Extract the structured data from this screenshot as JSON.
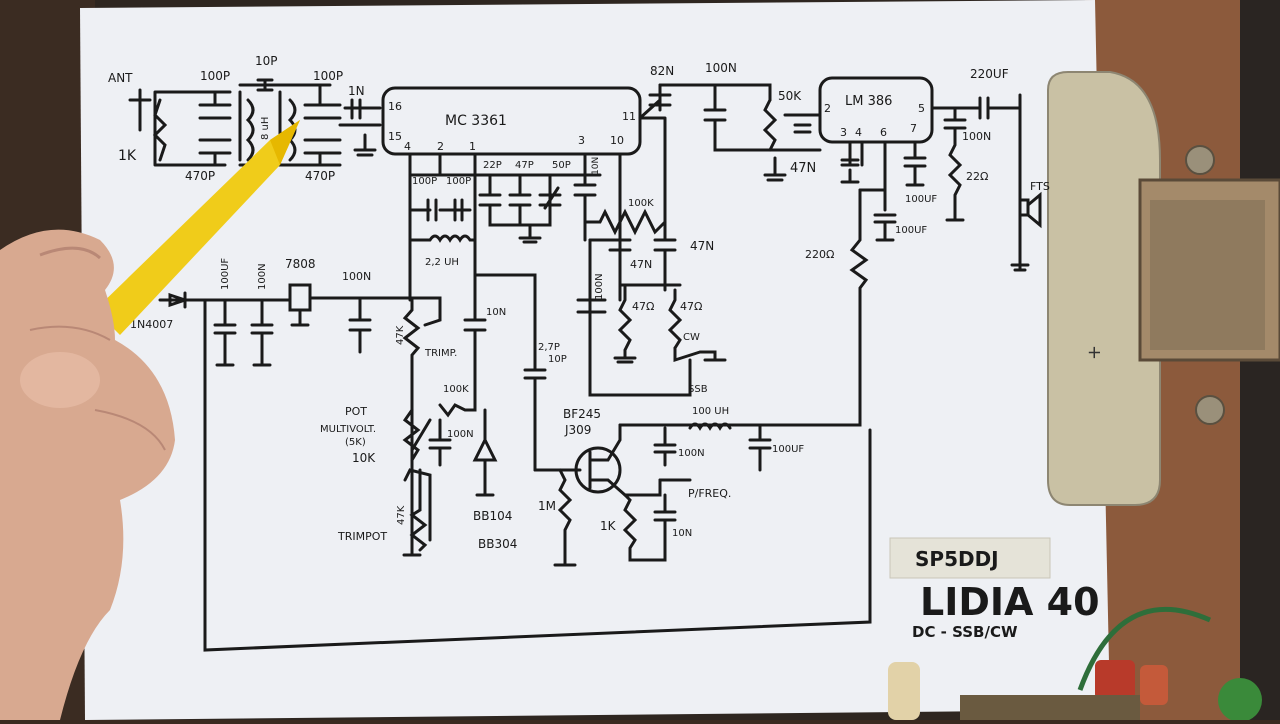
{
  "schematic": {
    "labels": {
      "ant": "ANT",
      "r_1k_ant": "1K",
      "c_100p_a": "100P",
      "c_10p": "10P",
      "c_100p_b": "100P",
      "c_470p_a": "470P",
      "c_470p_b": "470P",
      "l_8uh": "8 uH",
      "c_1n": "1N",
      "mc3361": "MC 3361",
      "pin16": "16",
      "pin15": "15",
      "pin4": "4",
      "pin2": "2",
      "pin1": "1",
      "pin3": "3",
      "pin10": "10",
      "pin11": "11",
      "c_82n": "82N",
      "c_100n_top": "100N",
      "r_50k": "50K",
      "c_47n_top": "47N",
      "lm386": "LM 386",
      "lm_pin2": "2",
      "lm_pin3": "3",
      "lm_pin4": "4",
      "lm_pin6": "6",
      "lm_pin7": "7",
      "lm_pin5": "5",
      "c_220uf": "220UF",
      "c_100n_r": "100N",
      "r_22": "22Ω",
      "c_100uf_a": "100UF",
      "c_100uf_b": "100UF",
      "r_220": "220Ω",
      "fts": "FTS",
      "c_100p_c": "100P",
      "c_100p_d": "100P",
      "c_22p": "22P",
      "c_47p": "47P",
      "c_50p": "50P",
      "c_10n_a": "10N",
      "r_100k_a": "100K",
      "c_47n_b": "47N",
      "c_47n_c": "47N",
      "l_2_2uh": "2,2 UH",
      "c_10n_b": "10N",
      "r_47_a": "47Ω",
      "r_47_b": "47Ω",
      "cw": "CW",
      "ssb": "SSB",
      "c_100n_v": "100N",
      "reg_7808": "7808",
      "c_100uf_in": "100UF",
      "c_100n_in": "100N",
      "c_100n_reg": "100N",
      "in_1n4007": "1N4007",
      "r_47k_trim": "47K",
      "trimp": "TRIMP.",
      "c_2_7p": "2,7P",
      "c_10p_v": "10P",
      "r_100k_b": "100K",
      "c_100n_b": "100N",
      "pot": "POT",
      "multivolt": "MULTIVOLT.",
      "pot_5k": "(5K)",
      "pot_10k": "10K",
      "bb104": "BB104",
      "bb304": "BB304",
      "bf245": "BF245",
      "j309": "J309",
      "l_100uh": "100 UH",
      "c_100uf_c": "100UF",
      "c_100n_c": "100N",
      "p_freq": "P/FREQ.",
      "r_1m": "1M",
      "r_1k_src": "1K",
      "c_10n_src": "10N",
      "r_47k_bot": "47K",
      "trimpot": "TRIMPOT"
    },
    "callsign": "SP5DDJ",
    "title": "LIDIA 40",
    "subtitle": "DC - SSB/CW"
  },
  "colors": {
    "paper": "#eef0f4",
    "ink": "#1a1a1a",
    "pencil": "#f0cc1a",
    "clip": "#c9c1a4",
    "board": "#8a5a3a",
    "skin": "#d8a990"
  }
}
